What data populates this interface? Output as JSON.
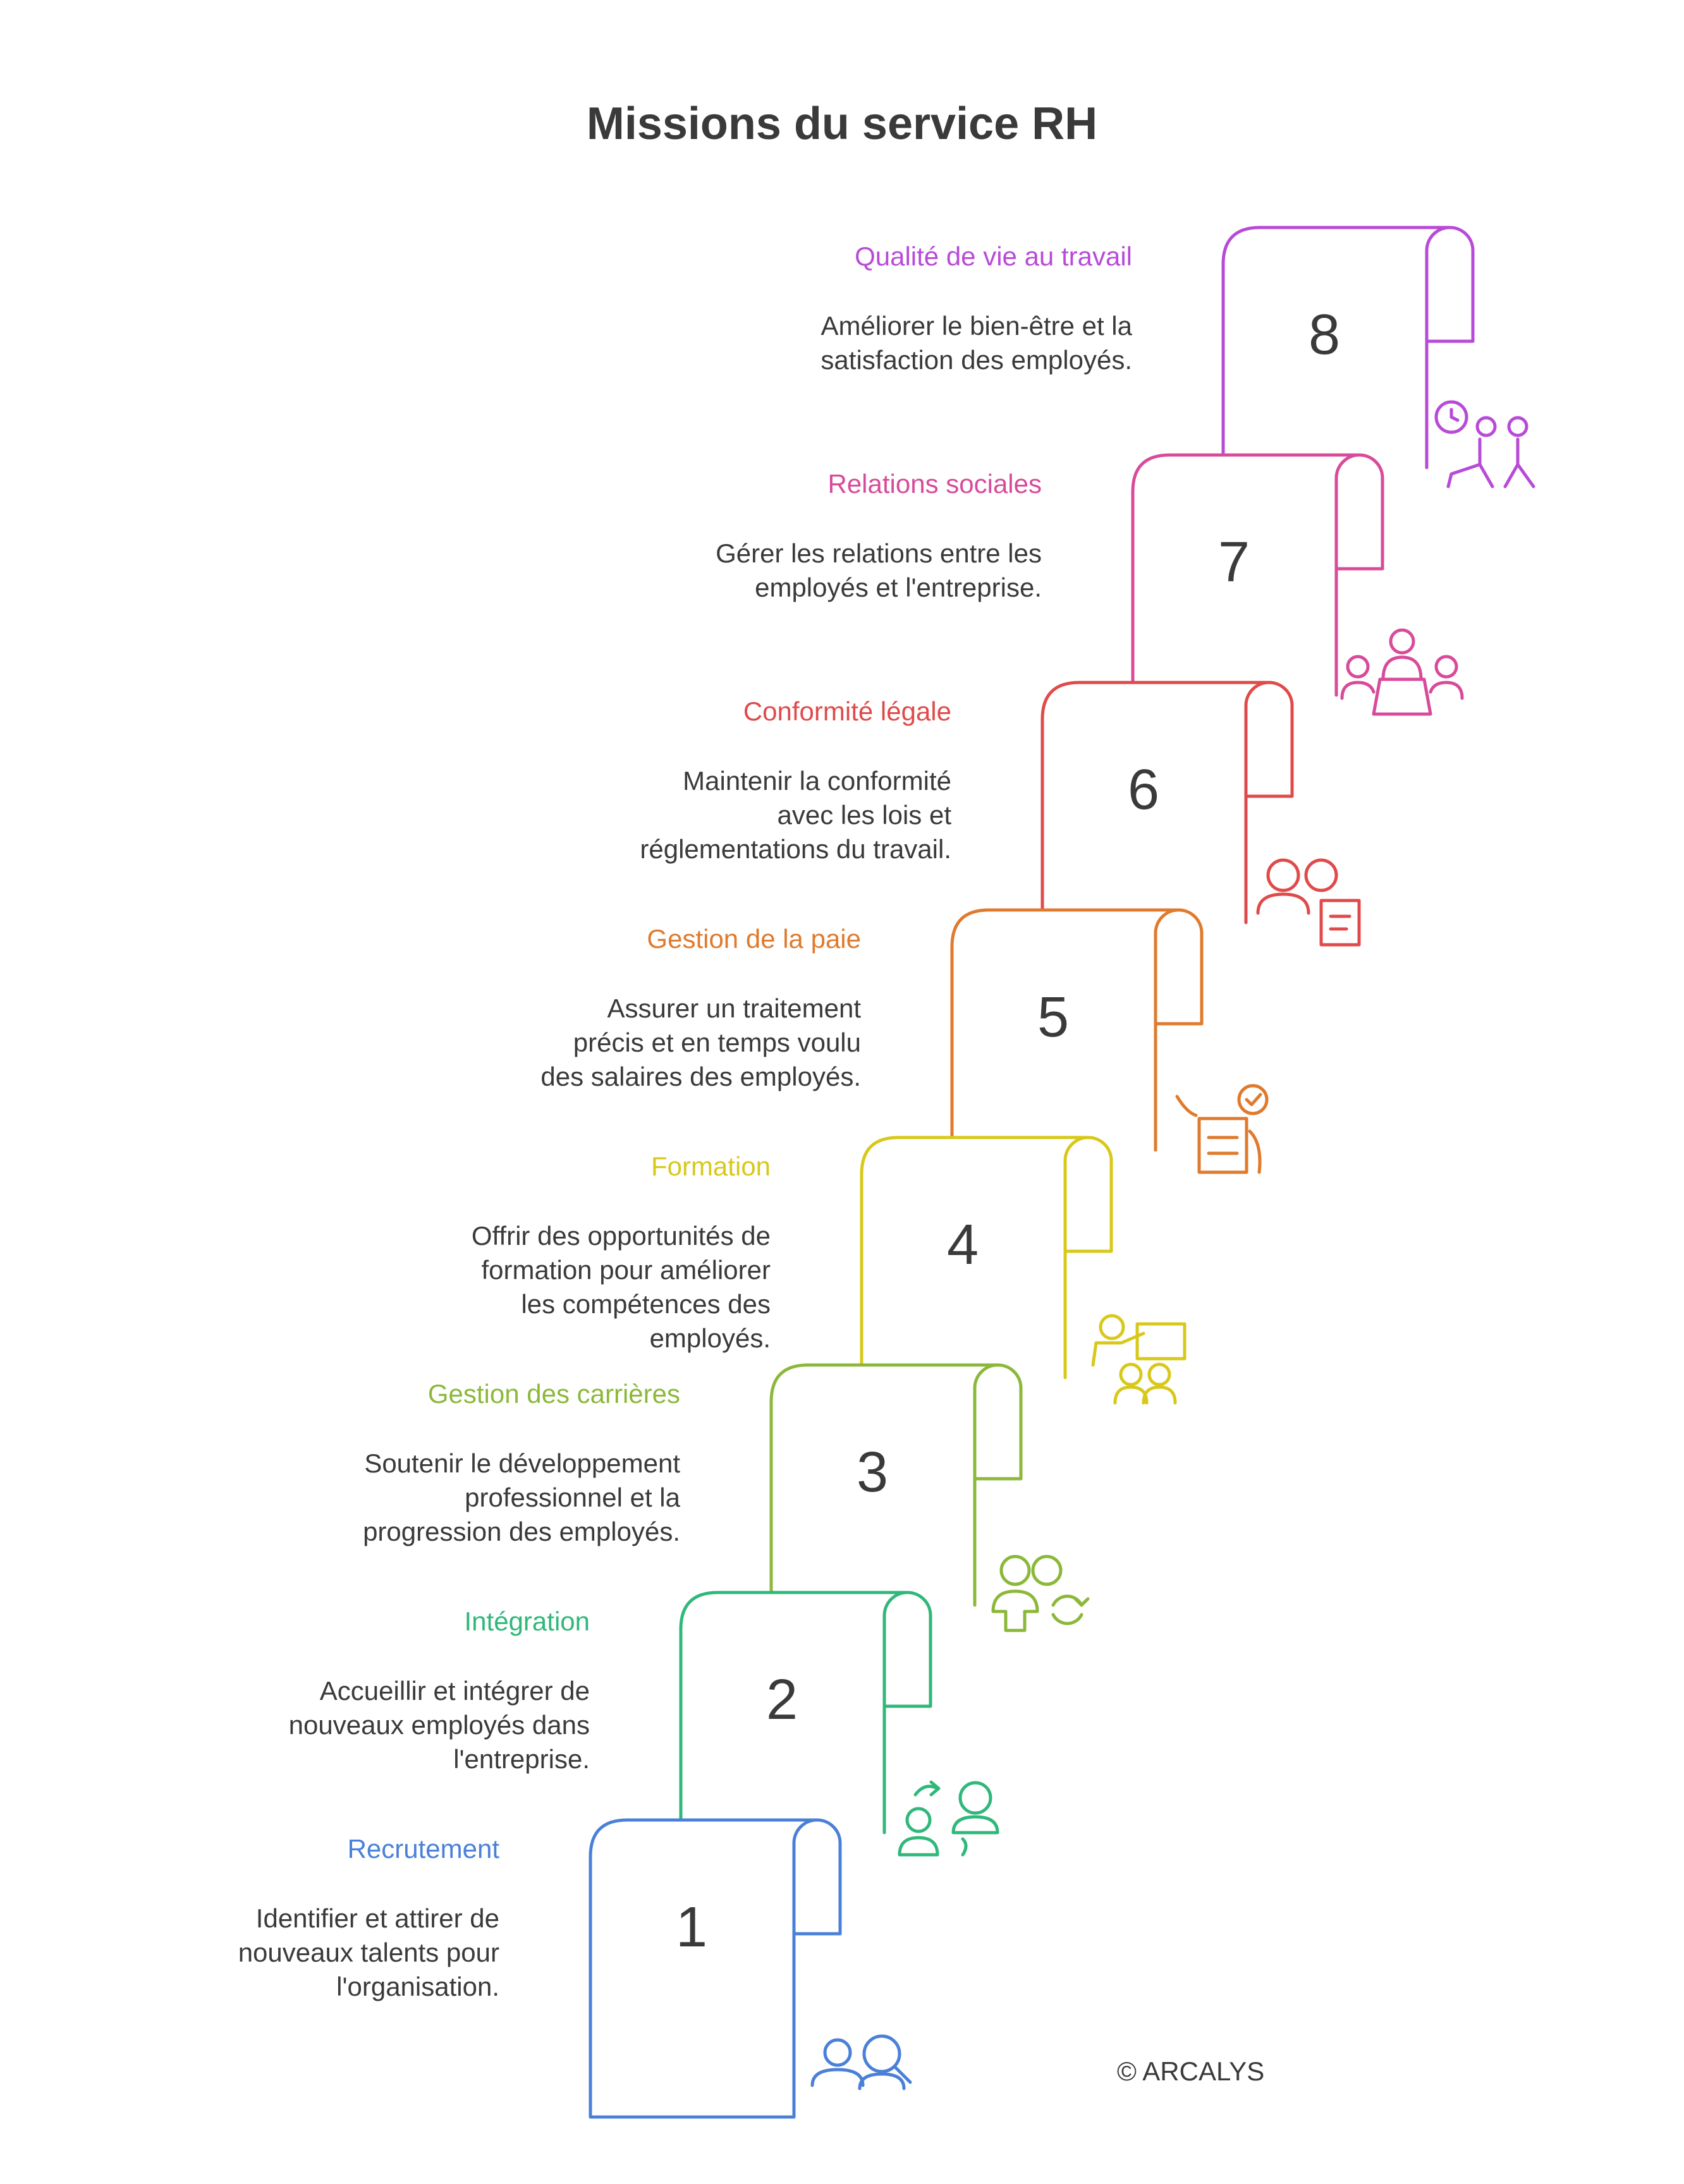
{
  "title": "Missions du service RH",
  "credit": "© ARCALYS",
  "steps": [
    {
      "number": "1",
      "title": "Recrutement",
      "color": "#4a80d8",
      "icon": "recruitment-search-people-icon",
      "description": [
        "Identifier et attirer de",
        "nouveaux talents pour",
        "l'organisation."
      ]
    },
    {
      "number": "2",
      "title": "Intégration",
      "color": "#2fb87a",
      "icon": "onboarding-people-exchange-icon",
      "description": [
        "Accueillir et intégrer de",
        "nouveaux employés dans",
        "l'entreprise."
      ]
    },
    {
      "number": "3",
      "title": "Gestion des carrières",
      "color": "#8cb83a",
      "icon": "career-people-cycle-icon",
      "description": [
        "Soutenir le développement",
        "professionnel et la",
        "progression des employés."
      ]
    },
    {
      "number": "4",
      "title": "Formation",
      "color": "#d8c81a",
      "icon": "training-presentation-icon",
      "description": [
        "Offrir des opportunités de",
        "formation pour améliorer",
        "les compétences des",
        "employés."
      ]
    },
    {
      "number": "5",
      "title": "Gestion de la paie",
      "color": "#e07a2c",
      "icon": "payroll-document-check-icon",
      "description": [
        "Assurer un traitement",
        "précis et en temps voulu",
        "des salaires des employés."
      ]
    },
    {
      "number": "6",
      "title": "Conformité légale",
      "color": "#e04a4a",
      "icon": "compliance-people-document-icon",
      "description": [
        "Maintenir la conformité",
        "avec les lois et",
        "réglementations du travail."
      ]
    },
    {
      "number": "7",
      "title": "Relations sociales",
      "color": "#d84a9a",
      "icon": "social-relations-meeting-icon",
      "description": [
        "Gérer les relations entre les",
        "employés et l'entreprise."
      ]
    },
    {
      "number": "8",
      "title": "Qualité de vie au travail",
      "color": "#b84ad8",
      "icon": "work-life-quality-clock-people-icon",
      "description": [
        "Améliorer le bien-être et la",
        "satisfaction des employés."
      ]
    }
  ]
}
